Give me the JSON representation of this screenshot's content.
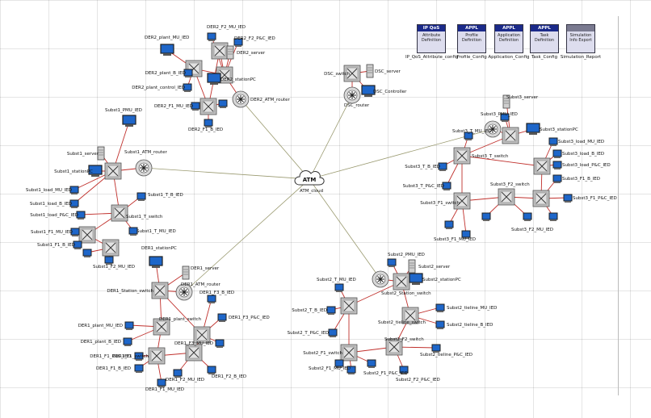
{
  "toolbar": [
    {
      "hdr": "IP QoS",
      "body": "Attribute Definition",
      "label": "IP_QoS_Attribute_config"
    },
    {
      "hdr": "APPL",
      "body": "Profile Definition",
      "label": "Profile_Config"
    },
    {
      "hdr": "APPL",
      "body": "Application Definition",
      "label": "Application_Config"
    },
    {
      "hdr": "APPL",
      "body": "Task Definition",
      "label": "Task_Config"
    },
    {
      "hdr": "",
      "body": "Simulation Info Export",
      "label": "Simulation_Report"
    }
  ],
  "cloud": {
    "text": "ATM",
    "label": "ATM_cloud"
  },
  "nodes": [
    {
      "id": "d2r",
      "t": "router",
      "label": "DER2_ATM_router"
    },
    {
      "id": "d2s",
      "t": "switch",
      "label": ""
    },
    {
      "id": "d2b",
      "t": "switch",
      "label": ""
    },
    {
      "id": "d2m",
      "t": "switch",
      "label": ""
    },
    {
      "id": "d2f",
      "t": "switch",
      "label": ""
    },
    {
      "id": "d2pc",
      "t": "pc",
      "label": "DER2_stationPC"
    },
    {
      "id": "d2srv",
      "t": "server",
      "label": "DER2_server"
    },
    {
      "id": "d2i1",
      "t": "pc",
      "label": "DER2_plant_MU_IED"
    },
    {
      "id": "d2i2",
      "t": "ied",
      "label": "DER2_F2_MU_IED"
    },
    {
      "id": "d2i3",
      "t": "ied",
      "label": "DER2_F2_P&C_IED"
    },
    {
      "id": "d2i4",
      "t": "ied",
      "label": "DER2_plant_B_IED"
    },
    {
      "id": "d2i5",
      "t": "ied",
      "label": "DER2_plant_control_IED"
    },
    {
      "id": "d2i6",
      "t": "ied",
      "label": "DER2_F1_MU_IED"
    },
    {
      "id": "d2i7",
      "t": "ied",
      "label": "DER2_F1_B_IED"
    },
    {
      "id": "d2i8",
      "t": "ied",
      "label": ""
    },
    {
      "id": "dscs",
      "t": "switch",
      "label": "DSC_switch"
    },
    {
      "id": "dscr",
      "t": "router",
      "label": "DSC_router"
    },
    {
      "id": "dscsrv",
      "t": "server",
      "label": "DSC_server"
    },
    {
      "id": "dscc",
      "t": "pc",
      "label": "DSC_Controller"
    },
    {
      "id": "s1r",
      "t": "router",
      "label": "Subst1_ATM_router"
    },
    {
      "id": "s1s",
      "t": "switch",
      "label": ""
    },
    {
      "id": "s1ts",
      "t": "switch",
      "label": "Subst1_T_switch"
    },
    {
      "id": "s1f1",
      "t": "switch",
      "label": ""
    },
    {
      "id": "s1f2",
      "t": "switch",
      "label": ""
    },
    {
      "id": "s1pc",
      "t": "pc",
      "label": "Subst1_stationPC"
    },
    {
      "id": "s1srv",
      "t": "server",
      "label": "Subst1_server"
    },
    {
      "id": "s1i1",
      "t": "pc",
      "label": "Subst1_PMU_IED"
    },
    {
      "id": "s1i2",
      "t": "ied",
      "label": "Subst1_load_MU_IED"
    },
    {
      "id": "s1i3",
      "t": "ied",
      "label": "Subst1_load_B_IED"
    },
    {
      "id": "s1i4",
      "t": "ied",
      "label": "Subst1_load_P&C_IED"
    },
    {
      "id": "s1i5",
      "t": "ied",
      "label": "Subst1_T_B_IED"
    },
    {
      "id": "s1i6",
      "t": "ied",
      "label": "Subst1_T_MU_IED"
    },
    {
      "id": "s1i7",
      "t": "ied",
      "label": "Subst1_F1_MU_IED"
    },
    {
      "id": "s1i8",
      "t": "ied",
      "label": "Subst1_F1_B_IED"
    },
    {
      "id": "s1i9",
      "t": "ied",
      "label": "Subst1_F2_MU_IED"
    },
    {
      "id": "s1i10",
      "t": "ied",
      "label": ""
    },
    {
      "id": "s3r",
      "t": "router",
      "label": ""
    },
    {
      "id": "s3s",
      "t": "switch",
      "label": ""
    },
    {
      "id": "s3ts",
      "t": "switch",
      "label": "Subst3_T_switch"
    },
    {
      "id": "s3t2",
      "t": "switch",
      "label": ""
    },
    {
      "id": "s3f1",
      "t": "switch",
      "label": "Subst3_F1_switch"
    },
    {
      "id": "s3f2s",
      "t": "switch",
      "label": "Subst3_F2_switch"
    },
    {
      "id": "s3x",
      "t": "switch",
      "label": ""
    },
    {
      "id": "s3srv",
      "t": "server",
      "label": "Subst3_server"
    },
    {
      "id": "s3pc",
      "t": "pc",
      "label": "Subst3_stationPC"
    },
    {
      "id": "s3i1",
      "t": "ied",
      "label": "Subst3_PMU_IED"
    },
    {
      "id": "s3i2",
      "t": "ied",
      "label": "Subst3_T_MU_IED"
    },
    {
      "id": "s3i3",
      "t": "ied",
      "label": "Subst3_T_B_IED"
    },
    {
      "id": "s3i4",
      "t": "ied",
      "label": "Subst3_T_P&C_IED"
    },
    {
      "id": "s3i5",
      "t": "ied",
      "label": "Subst3_load_MU_IED"
    },
    {
      "id": "s3i6",
      "t": "ied",
      "label": "Subst3_load_B_IED"
    },
    {
      "id": "s3i7",
      "t": "ied",
      "label": "Subst3_load_P&C_IED"
    },
    {
      "id": "s3i8",
      "t": "ied",
      "label": "Subst3_F1_B_IED"
    },
    {
      "id": "s3i9",
      "t": "ied",
      "label": "Subst3_F1_P&C_IED"
    },
    {
      "id": "s3i10",
      "t": "ied",
      "label": "Subst3_F2_MU_IED"
    },
    {
      "id": "s3i11",
      "t": "ied",
      "label": "Subst3_F1_MU_IED"
    },
    {
      "id": "s3i12",
      "t": "ied",
      "label": ""
    },
    {
      "id": "s3i13",
      "t": "ied",
      "label": ""
    },
    {
      "id": "s3i14",
      "t": "ied",
      "label": ""
    },
    {
      "id": "d1r",
      "t": "router",
      "label": "DER1_ATM_router"
    },
    {
      "id": "d1s",
      "t": "switch",
      "label": "DER1_Station_switch"
    },
    {
      "id": "d1ps",
      "t": "switch",
      "label": "DER1_plant_switch"
    },
    {
      "id": "d1f1",
      "t": "switch",
      "label": "DER1_F1_switch"
    },
    {
      "id": "d1f2",
      "t": "switch",
      "label": ""
    },
    {
      "id": "d1f3",
      "t": "switch",
      "label": ""
    },
    {
      "id": "d1pc",
      "t": "pc",
      "label": "DER1_stationPC"
    },
    {
      "id": "d1srv",
      "t": "server",
      "label": "DER1_server"
    },
    {
      "id": "d1i1",
      "t": "ied",
      "label": "DER1_plant_MU_IED"
    },
    {
      "id": "d1i2",
      "t": "ied",
      "label": "DER1_plant_B_IED"
    },
    {
      "id": "d1i3",
      "t": "ied",
      "label": "DER1_F3_B_IED"
    },
    {
      "id": "d1i4",
      "t": "ied",
      "label": "DER1_F3_P&C_IED"
    },
    {
      "id": "d1i5",
      "t": "ied",
      "label": "DER1_F3_MU_IED"
    },
    {
      "id": "d1i6",
      "t": "ied",
      "label": "DER1_F1_P&C_IED"
    },
    {
      "id": "d1i7",
      "t": "ied",
      "label": "DER1_F1_B_IED"
    },
    {
      "id": "d1i8",
      "t": "ied",
      "label": "DER1_F2_MU_IED"
    },
    {
      "id": "d1i9",
      "t": "ied",
      "label": "DER1_F2_B_IED"
    },
    {
      "id": "d1i10",
      "t": "ied",
      "label": "DER1_F1_MU_IED"
    },
    {
      "id": "s2r",
      "t": "router",
      "label": ""
    },
    {
      "id": "s2ss",
      "t": "switch",
      "label": "Subst2_Station_switch"
    },
    {
      "id": "s2t",
      "t": "switch",
      "label": ""
    },
    {
      "id": "s2tl",
      "t": "switch",
      "label": "Subst2_tieline_switch"
    },
    {
      "id": "s2f2",
      "t": "switch",
      "label": "Subst2_F2_switch"
    },
    {
      "id": "s2f1",
      "t": "switch",
      "label": "Subst2_F1_switch"
    },
    {
      "id": "s2srv",
      "t": "server",
      "label": "Subst2_server"
    },
    {
      "id": "s2pc",
      "t": "pc",
      "label": "Subst2_stationPC"
    },
    {
      "id": "s2i1",
      "t": "ied",
      "label": "Subst2_PMU_IED"
    },
    {
      "id": "s2i2",
      "t": "ied",
      "label": "Subst2_T_MU_IED"
    },
    {
      "id": "s2i3",
      "t": "ied",
      "label": "Subst2_T_B_IED"
    },
    {
      "id": "s2i4",
      "t": "ied",
      "label": "Subst2_T_P&C_IED"
    },
    {
      "id": "s2i5",
      "t": "ied",
      "label": "Subst2_tieline_MU_IED"
    },
    {
      "id": "s2i6",
      "t": "ied",
      "label": "Subst2_tieline_B_IED"
    },
    {
      "id": "s2i7",
      "t": "ied",
      "label": "Subst2_tieline_P&C_IED"
    },
    {
      "id": "s2i8",
      "t": "ied",
      "label": "Subst2_F1_MU_IED"
    },
    {
      "id": "s2i9",
      "t": "ied",
      "label": "Subst2_F1_P&C_IED"
    },
    {
      "id": "s2i10",
      "t": "ied",
      "label": "Subst2_F2_P&C_IED"
    },
    {
      "id": "s2i11",
      "t": "ied",
      "label": ""
    }
  ],
  "links": [
    [
      "cloud",
      "d2r",
      "wan"
    ],
    [
      "cloud",
      "dscr",
      "wan"
    ],
    [
      "cloud",
      "s1r",
      "wan"
    ],
    [
      "cloud",
      "s3r",
      "wan"
    ],
    [
      "cloud",
      "d1r",
      "wan"
    ],
    [
      "cloud",
      "s2r",
      "wan"
    ],
    [
      "d2r",
      "d2s",
      "lan"
    ],
    [
      "d2s",
      "d2b",
      "lan"
    ],
    [
      "d2s",
      "d2m",
      "lan"
    ],
    [
      "d2m",
      "d2f",
      "lan"
    ],
    [
      "d2b",
      "d2f",
      "lan"
    ],
    [
      "d2s",
      "d2srv",
      "lan"
    ],
    [
      "d2s",
      "d2pc",
      "lan"
    ],
    [
      "d2s",
      "d2i3",
      "lan"
    ],
    [
      "d2s",
      "d2i2",
      "lan"
    ],
    [
      "d2b",
      "d2i1",
      "lan"
    ],
    [
      "d2b",
      "d2i4",
      "lan"
    ],
    [
      "d2b",
      "d2i5",
      "lan"
    ],
    [
      "d2f",
      "d2i6",
      "lan"
    ],
    [
      "d2f",
      "d2i7",
      "lan"
    ],
    [
      "d2f",
      "d2i8",
      "lan"
    ],
    [
      "dscr",
      "dscs",
      "lan"
    ],
    [
      "dscs",
      "dscsrv",
      "lan"
    ],
    [
      "dscs",
      "dscc",
      "lan"
    ],
    [
      "s1r",
      "s1s",
      "lan"
    ],
    [
      "s1s",
      "s1ts",
      "lan"
    ],
    [
      "s1ts",
      "s1f1",
      "lan"
    ],
    [
      "s1f1",
      "s1f2",
      "lan"
    ],
    [
      "s1s",
      "s1i1",
      "lan"
    ],
    [
      "s1s",
      "s1srv",
      "lan"
    ],
    [
      "s1s",
      "s1pc",
      "lan"
    ],
    [
      "s1s",
      "s1i2",
      "lan"
    ],
    [
      "s1s",
      "s1i3",
      "lan"
    ],
    [
      "s1ts",
      "s1i4",
      "lan"
    ],
    [
      "s1ts",
      "s1i5",
      "lan"
    ],
    [
      "s1ts",
      "s1i6",
      "lan"
    ],
    [
      "s1f1",
      "s1i7",
      "lan"
    ],
    [
      "s1f1",
      "s1i8",
      "lan"
    ],
    [
      "s1f2",
      "s1i9",
      "lan"
    ],
    [
      "s1f2",
      "s1i10",
      "lan"
    ],
    [
      "s3r",
      "s3s",
      "lan"
    ],
    [
      "s3s",
      "s3ts",
      "lan"
    ],
    [
      "s3ts",
      "s3t2",
      "lan"
    ],
    [
      "s3ts",
      "s3f1",
      "lan"
    ],
    [
      "s3f1",
      "s3f2s",
      "lan"
    ],
    [
      "s3f2s",
      "s3x",
      "lan"
    ],
    [
      "s3t2",
      "s3x",
      "lan"
    ],
    [
      "s3s",
      "s3srv",
      "lan"
    ],
    [
      "s3s",
      "s3pc",
      "lan"
    ],
    [
      "s3s",
      "s3i1",
      "lan"
    ],
    [
      "s3ts",
      "s3i2",
      "lan"
    ],
    [
      "s3ts",
      "s3i3",
      "lan"
    ],
    [
      "s3ts",
      "s3i4",
      "lan"
    ],
    [
      "s3t2",
      "s3i5",
      "lan"
    ],
    [
      "s3t2",
      "s3i6",
      "lan"
    ],
    [
      "s3t2",
      "s3i7",
      "lan"
    ],
    [
      "s3x",
      "s3i8",
      "lan"
    ],
    [
      "s3x",
      "s3i9",
      "lan"
    ],
    [
      "s3f2s",
      "s3i10",
      "lan"
    ],
    [
      "s3f1",
      "s3i11",
      "lan"
    ],
    [
      "s3f1",
      "s3i12",
      "lan"
    ],
    [
      "s3f2s",
      "s3i13",
      "lan"
    ],
    [
      "s3x",
      "s3i14",
      "lan"
    ],
    [
      "d1r",
      "d1s",
      "lan"
    ],
    [
      "d1s",
      "d1ps",
      "lan"
    ],
    [
      "d1s",
      "d1f3",
      "lan"
    ],
    [
      "d1ps",
      "d1f1",
      "lan"
    ],
    [
      "d1f1",
      "d1f2",
      "lan"
    ],
    [
      "d1f3",
      "d1f2",
      "lan"
    ],
    [
      "d1s",
      "d1pc",
      "lan"
    ],
    [
      "d1s",
      "d1srv",
      "lan"
    ],
    [
      "d1ps",
      "d1i1",
      "lan"
    ],
    [
      "d1ps",
      "d1i2",
      "lan"
    ],
    [
      "d1f3",
      "d1i3",
      "lan"
    ],
    [
      "d1f3",
      "d1i4",
      "lan"
    ],
    [
      "d1f3",
      "d1i5",
      "lan"
    ],
    [
      "d1f1",
      "d1i6",
      "lan"
    ],
    [
      "d1f1",
      "d1i7",
      "lan"
    ],
    [
      "d1f2",
      "d1i8",
      "lan"
    ],
    [
      "d1f2",
      "d1i9",
      "lan"
    ],
    [
      "d1f1",
      "d1i10",
      "lan"
    ],
    [
      "s2r",
      "s2ss",
      "lan"
    ],
    [
      "s2ss",
      "s2t",
      "lan"
    ],
    [
      "s2ss",
      "s2tl",
      "lan"
    ],
    [
      "s2tl",
      "s2f2",
      "lan"
    ],
    [
      "s2t",
      "s2f1",
      "lan"
    ],
    [
      "s2f1",
      "s2f2",
      "lan"
    ],
    [
      "s2ss",
      "s2srv",
      "lan"
    ],
    [
      "s2ss",
      "s2pc",
      "lan"
    ],
    [
      "s2ss",
      "s2i1",
      "lan"
    ],
    [
      "s2t",
      "s2i2",
      "lan"
    ],
    [
      "s2t",
      "s2i3",
      "lan"
    ],
    [
      "s2t",
      "s2i4",
      "lan"
    ],
    [
      "s2tl",
      "s2i5",
      "lan"
    ],
    [
      "s2tl",
      "s2i6",
      "lan"
    ],
    [
      "s2f2",
      "s2i7",
      "lan"
    ],
    [
      "s2f1",
      "s2i8",
      "lan"
    ],
    [
      "s2f1",
      "s2i9",
      "lan"
    ],
    [
      "s2f2",
      "s2i10",
      "lan"
    ],
    [
      "s2f1",
      "s2i11",
      "lan"
    ]
  ],
  "colors": {
    "wan": "#9a9a70",
    "lan": "#c0302c",
    "router": "#d8d8d8",
    "switch": "#bfbfbf",
    "screen": "#1e66c9",
    "frame": "#202020"
  }
}
